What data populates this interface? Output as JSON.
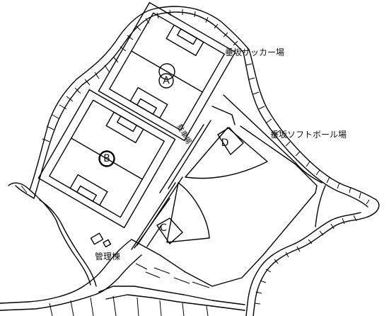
{
  "labels": {
    "soccer_field": "垂坂サッカー場",
    "softball_field": "垂坂ソフトボール場",
    "parking": "駐車場",
    "management_building": "管理棟"
  },
  "fields": {
    "a": "A",
    "b": "B",
    "c": "C",
    "d": "D"
  }
}
